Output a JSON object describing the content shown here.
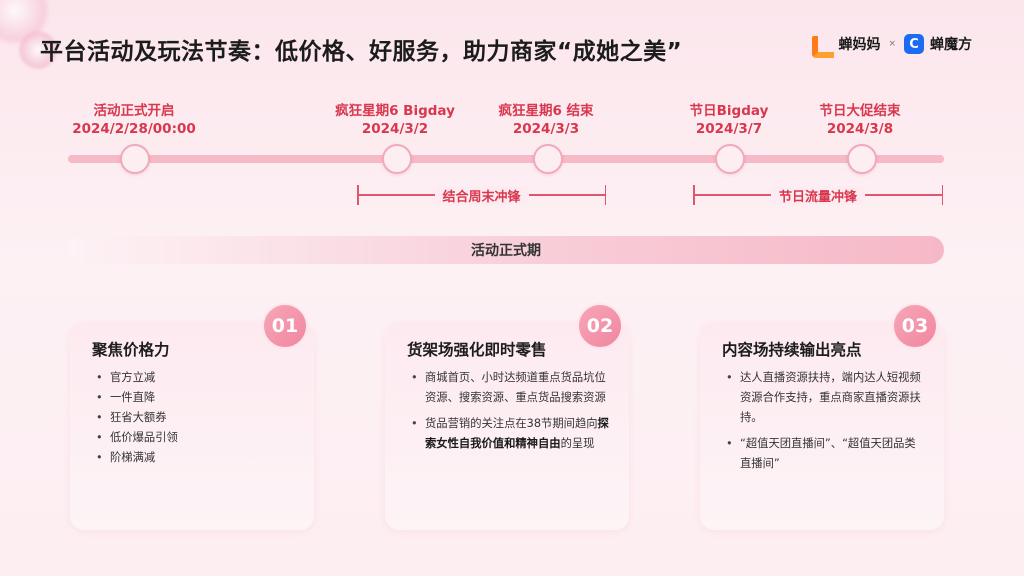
{
  "title": "平台活动及玩法节奏：低价格、好服务，助力商家“成她之美”",
  "logos": {
    "brand_a": "蝉妈妈",
    "separator": "×",
    "brand_b_icon_letter": "C",
    "brand_b": "蝉魔方"
  },
  "timeline": {
    "milestones": [
      {
        "line1": "活动正式开启",
        "line2": "2024/2/28/00:00"
      },
      {
        "line1": "疯狂星期6 Bigday",
        "line2": "2024/3/2"
      },
      {
        "line1": "疯狂星期6 结束",
        "line2": "2024/3/3"
      },
      {
        "line1": "节日Bigday",
        "line2": "2024/3/7"
      },
      {
        "line1": "节日大促结束",
        "line2": "2024/3/8"
      }
    ],
    "brackets": [
      {
        "label": "结合周末冲锋"
      },
      {
        "label": "节日流量冲锋"
      }
    ],
    "period_label": "活动正式期"
  },
  "cards": [
    {
      "number": "01",
      "title": "聚焦价格力",
      "items": [
        "官方立减",
        "一件直降",
        "狂省大额券",
        "低价爆品引领",
        "阶梯满减"
      ]
    },
    {
      "number": "02",
      "title": "货架场强化即时零售",
      "item1": "商城首页、小时达频道重点货品坑位资源、搜索资源、重点货品搜索资源",
      "item2_prefix": "货品营销的关注点在38节期间趋向",
      "item2_bold": "探索女性自我价值和精神自由",
      "item2_suffix": "的呈现"
    },
    {
      "number": "03",
      "title": "内容场持续输出亮点",
      "items": [
        "达人直播资源扶持，端内达人短视频资源合作支持，重点商家直播资源扶持。",
        "“超值天团直播间”、“超值天团品类直播间”"
      ]
    }
  ]
}
